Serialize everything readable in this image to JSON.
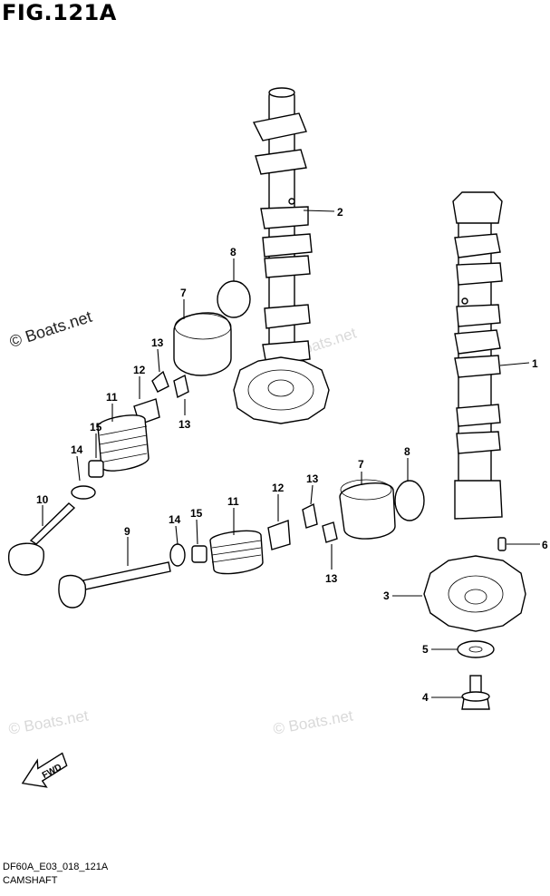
{
  "figure": {
    "title": "FIG.121A",
    "code": "DF60A_E03_018_121A",
    "caption": "CAMSHAFT"
  },
  "watermarks": {
    "dark": "© Boats.net",
    "faint": "© Boats.net"
  },
  "fwd_label": "FWD",
  "callouts": {
    "c1": "1",
    "c2": "2",
    "c3": "3",
    "c4": "4",
    "c5": "5",
    "c6": "6",
    "c7a": "7",
    "c7b": "7",
    "c8a": "8",
    "c8b": "8",
    "c9": "9",
    "c10": "10",
    "c11a": "11",
    "c11b": "11",
    "c12a": "12",
    "c12b": "12",
    "c13a": "13",
    "c13b": "13",
    "c13c": "13",
    "c13d": "13",
    "c14a": "14",
    "c14b": "14",
    "c15a": "15",
    "c15b": "15"
  }
}
